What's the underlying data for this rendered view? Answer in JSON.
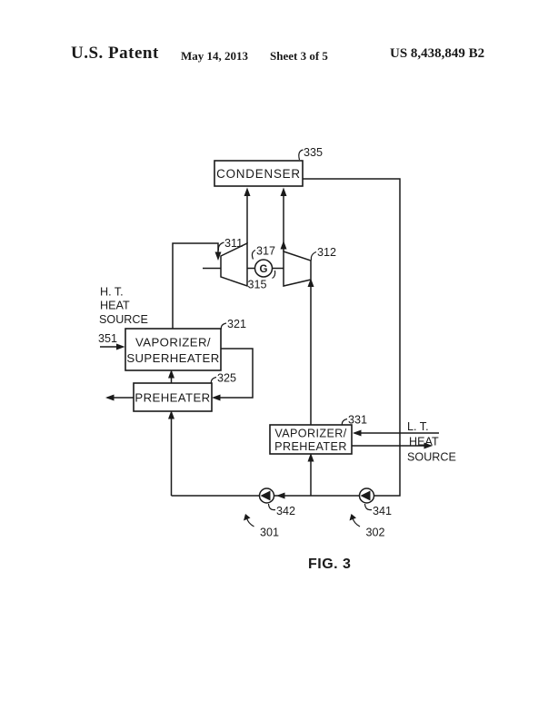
{
  "page": {
    "header": {
      "title": "U.S. Patent",
      "date": "May 14, 2013",
      "sheet": "Sheet 3 of 5",
      "patent_number": "US 8,438,849 B2"
    },
    "diagram": {
      "caption": "FIG. 3",
      "boxes": {
        "condenser": {
          "label": "CONDENSER",
          "ref": "335"
        },
        "vaporizer_superheater": {
          "label_line1": "VAPORIZER/",
          "label_line2": "SUPERHEATER",
          "ref": "321"
        },
        "preheater": {
          "label": "PREHEATER",
          "ref": "325"
        },
        "vaporizer_preheater": {
          "label_line1": "VAPORIZER/",
          "label_line2": "PREHEATER",
          "ref": "331"
        }
      },
      "turbines": {
        "left_ref": "311",
        "right_ref": "312"
      },
      "generator": {
        "label": "G",
        "ref": "317",
        "shaft_ref": "315"
      },
      "pumps": {
        "left_ref": "342",
        "right_ref": "341"
      },
      "cycles": {
        "left_ref": "301",
        "right_ref": "302"
      },
      "heat_sources": {
        "ht": {
          "line1": "H. T.",
          "line2": "HEAT",
          "line3": "SOURCE",
          "inlet_ref": "351"
        },
        "lt": {
          "line1": "L. T.",
          "line2": "HEAT",
          "line3": "SOURCE"
        }
      }
    },
    "colors": {
      "ink": "#1a1a1a",
      "paper": "#ffffff"
    }
  }
}
